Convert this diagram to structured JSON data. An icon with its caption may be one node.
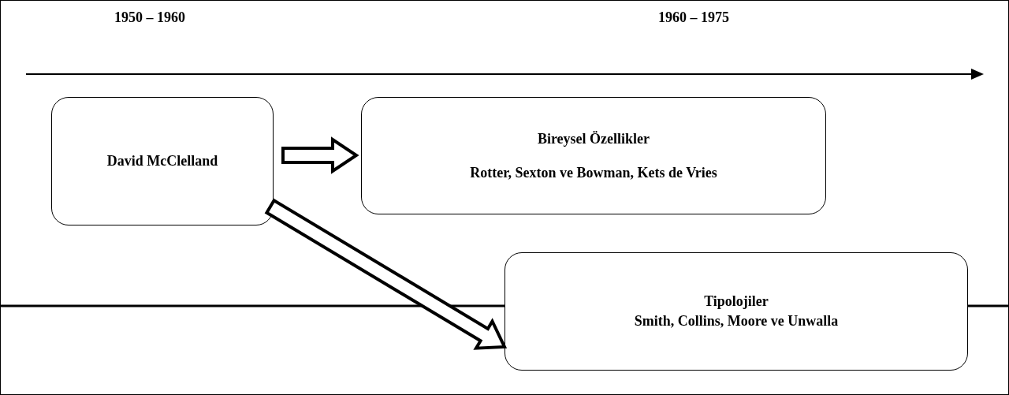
{
  "diagram": {
    "nodes": [
      {
        "text": [
          "David McClelland"
        ]
      },
      {
        "text": [
          "Bireysel Özellikler",
          "Rotter, Sexton ve Bowman, Kets de Vries"
        ]
      },
      {
        "text": [
          "Tipolojiler",
          "Smith, Collins, Moore ve Unwalla"
        ]
      }
    ],
    "edges": [
      {
        "from": 0,
        "to": 1,
        "arrow": "to"
      },
      {
        "from": 0,
        "to": 2,
        "arrow": "to"
      }
    ],
    "labels": [
      "1950 – 1960",
      "1960 – 1975"
    ]
  }
}
